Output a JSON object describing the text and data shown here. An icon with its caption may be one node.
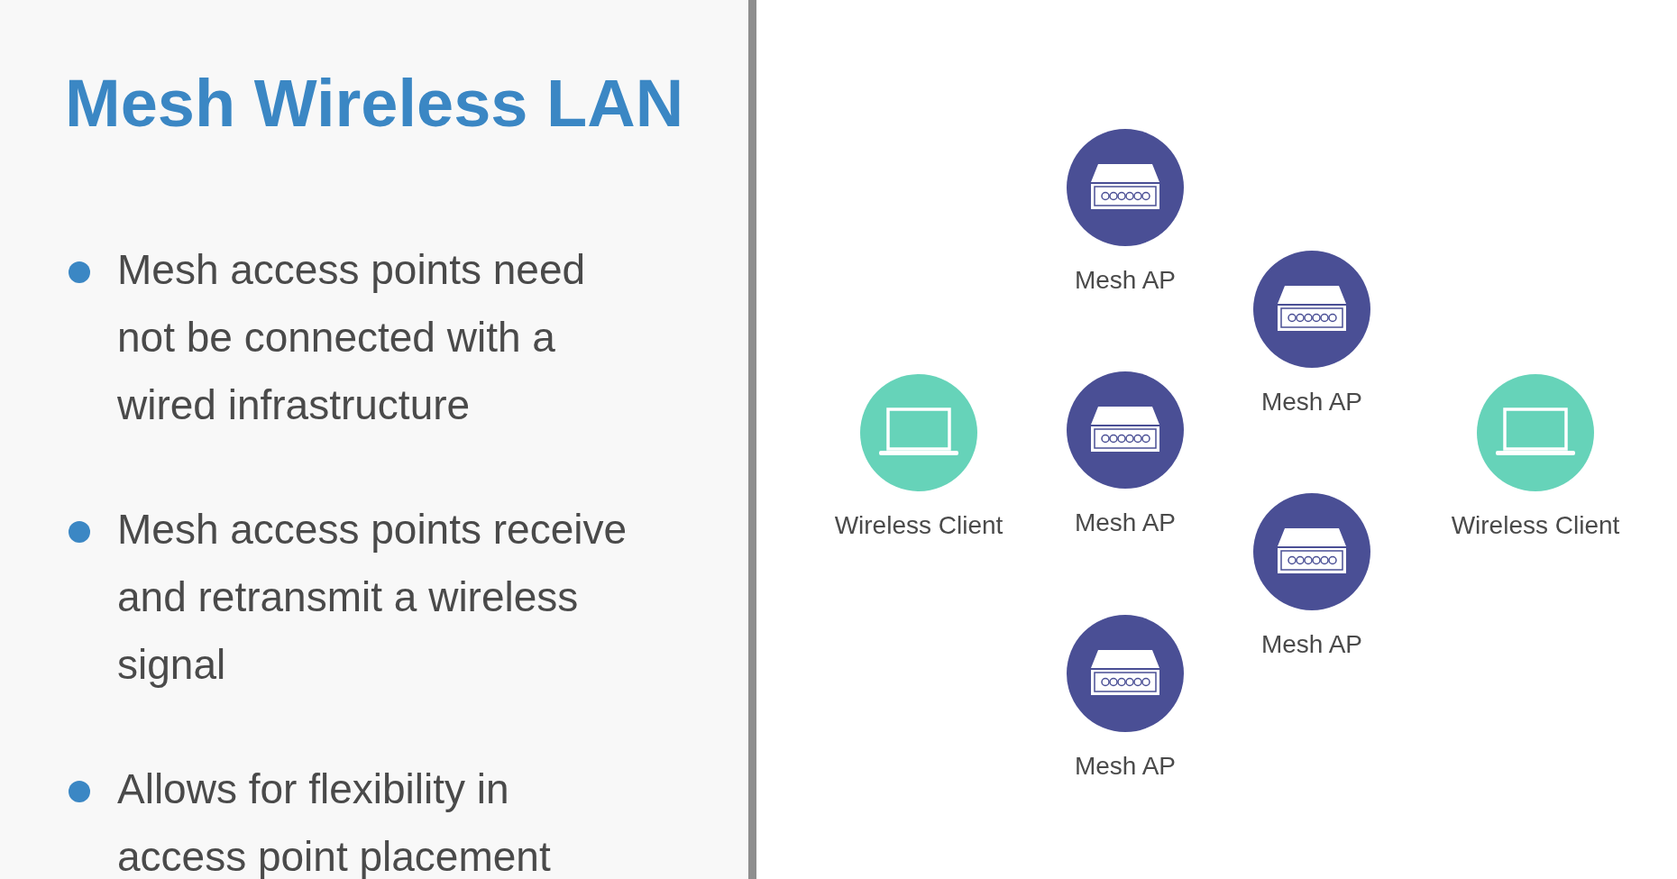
{
  "diagram": {
    "title": "Mesh Wireless LAN",
    "nodes": [
      {
        "text": [
          "Mesh AP"
        ]
      },
      {
        "text": [
          "Mesh AP"
        ]
      },
      {
        "text": [
          "Wireless Client"
        ]
      },
      {
        "text": [
          "Mesh AP"
        ]
      },
      {
        "text": [
          "Wireless Client"
        ]
      },
      {
        "text": [
          "Mesh AP"
        ]
      },
      {
        "text": [
          "Mesh AP"
        ]
      }
    ],
    "labels": [
      "Mesh access points need not be connected with a wired infrastructure",
      "Mesh access points receive and retransmit a wireless signal",
      "Allows for flexibility in access point placement"
    ]
  }
}
